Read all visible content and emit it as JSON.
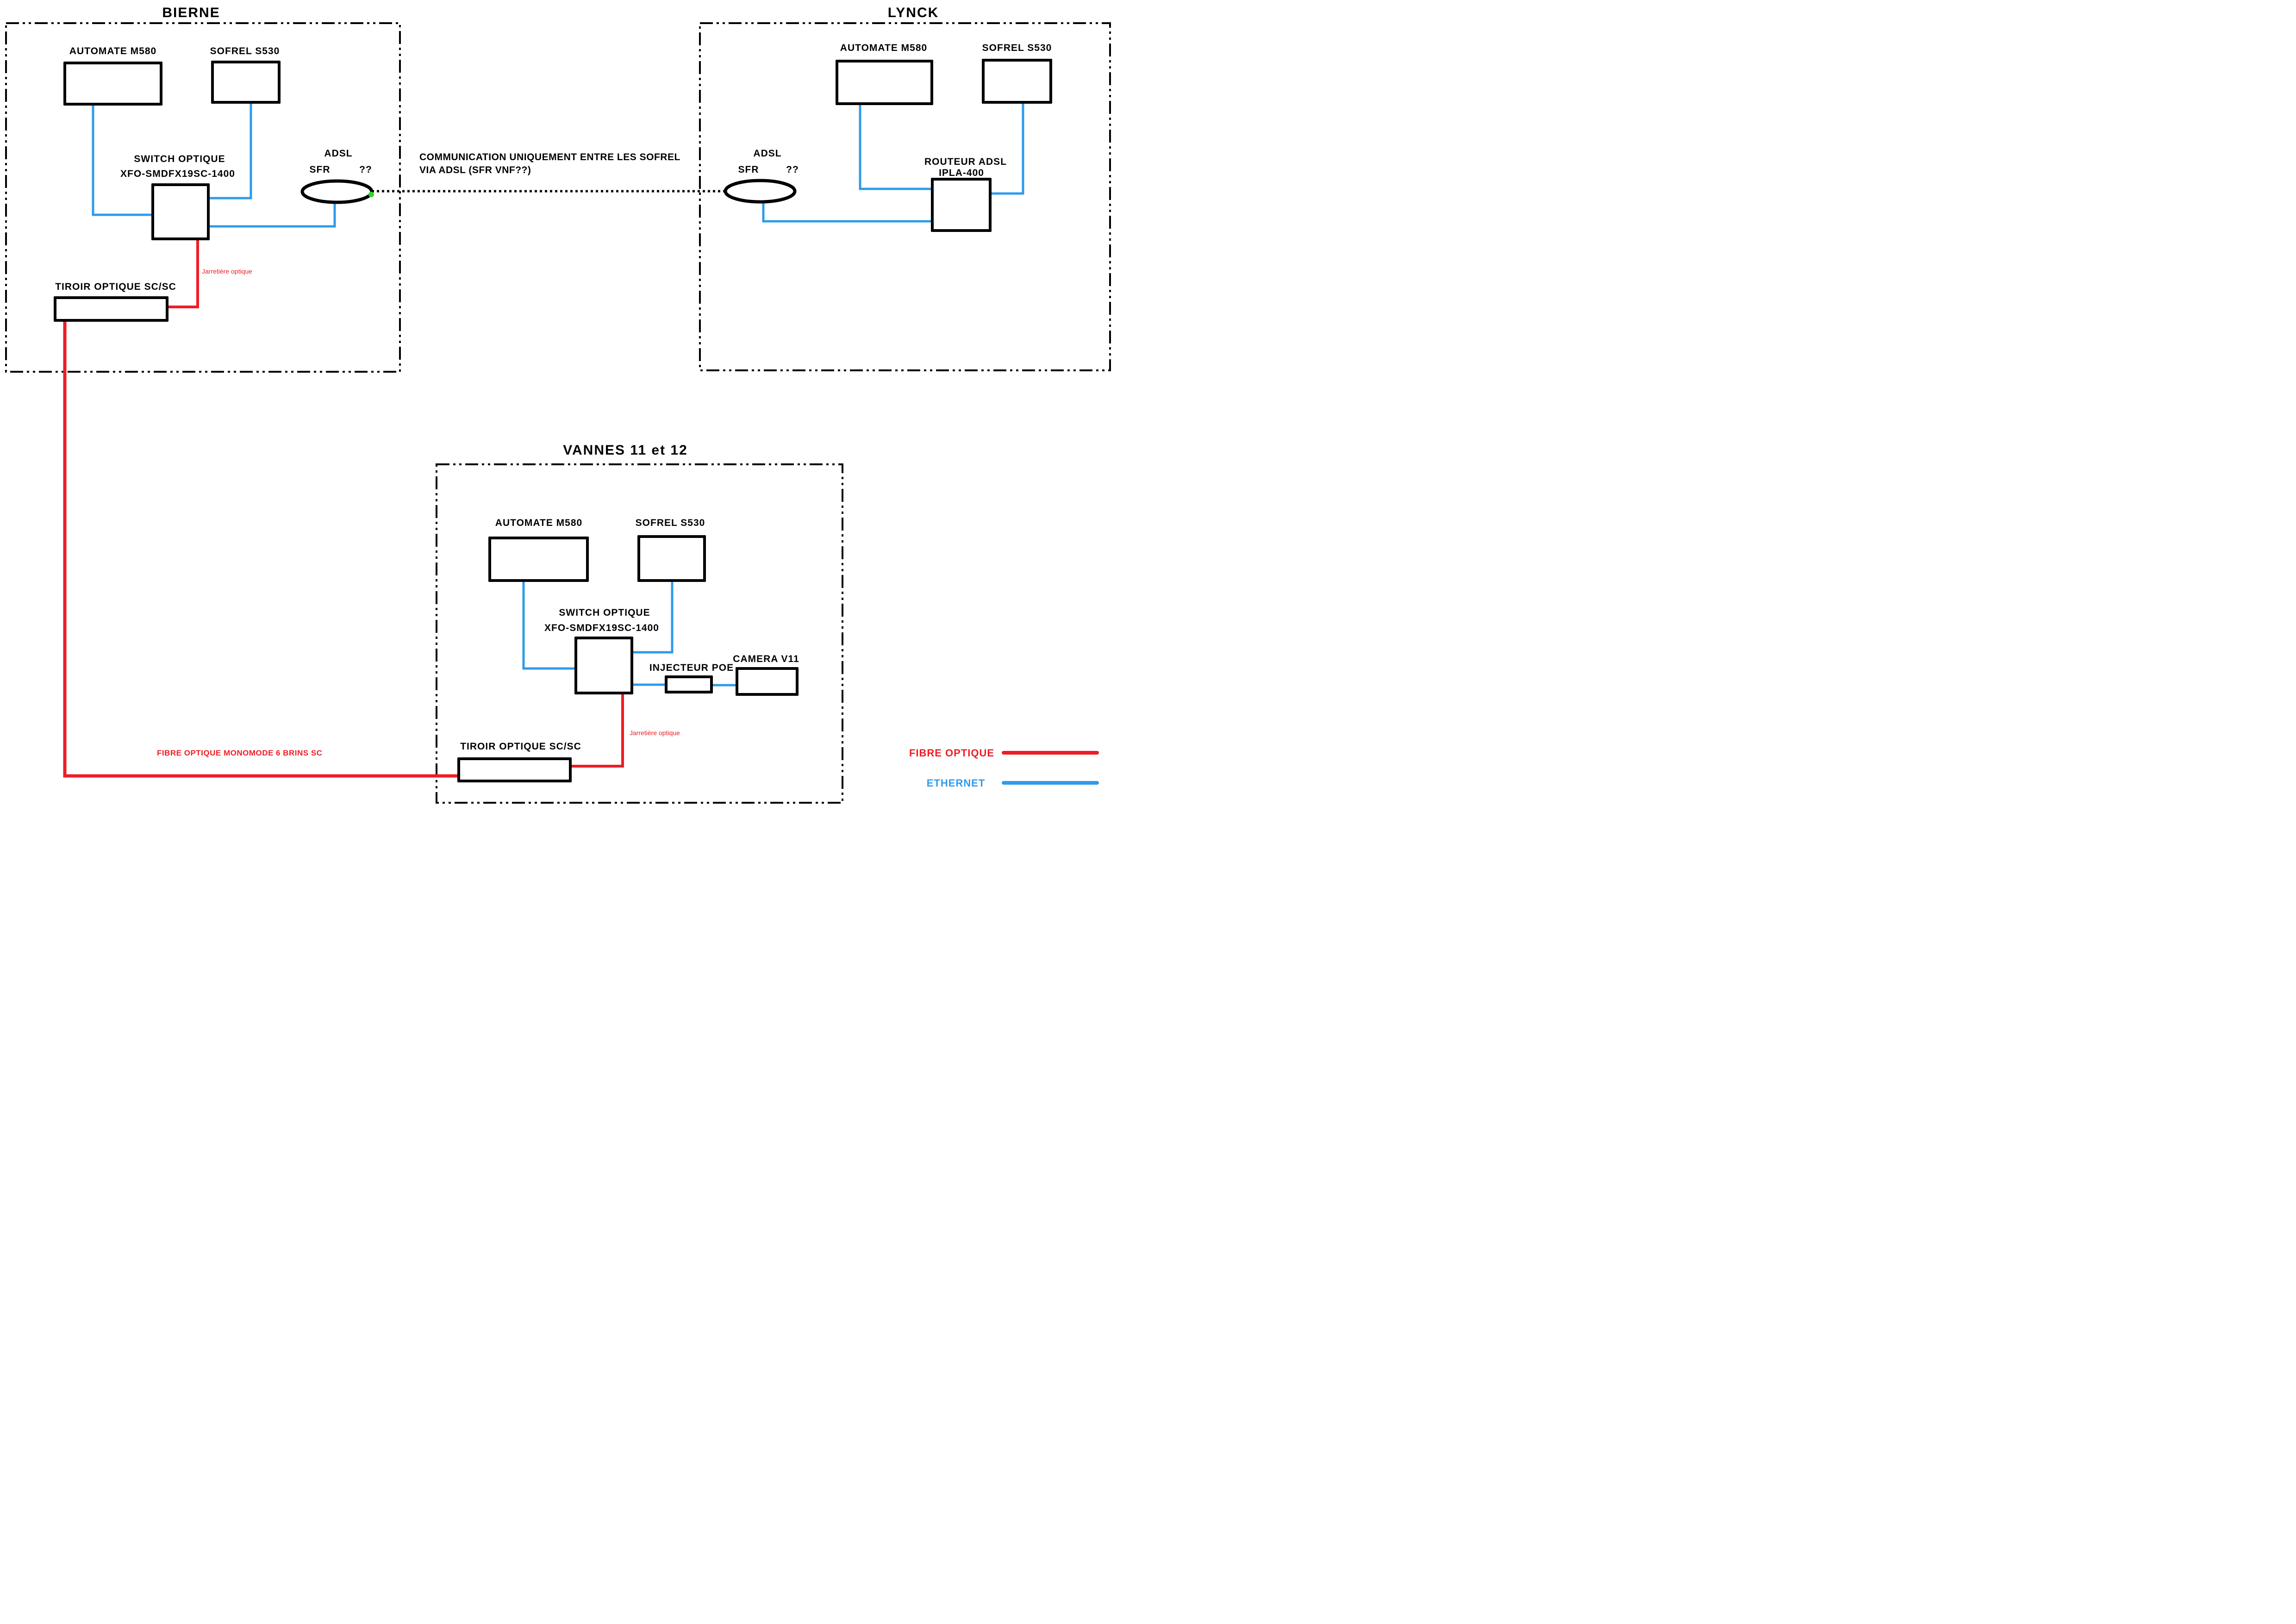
{
  "colors": {
    "fibre_red": "#ee1d25",
    "ethernet_blue": "#2e9bea",
    "connector_green": "#2fd32f",
    "diagram_black": "#000000"
  },
  "sites": {
    "bierne": {
      "title": "BIERNE",
      "automate_label": "AUTOMATE M580",
      "sofrel_label": "SOFREL S530",
      "switch_label_line1": "SWITCH OPTIQUE",
      "switch_label_line2": "XFO-SMDFX19SC-1400",
      "adsl_label": "ADSL",
      "sfr_label": "SFR",
      "unknown_label": "??",
      "tiroir_label": "TIROIR OPTIQUE SC/SC",
      "jarretiere_label": "Jarretière optique"
    },
    "lynck": {
      "title": "LYNCK",
      "automate_label": "AUTOMATE M580",
      "sofrel_label": "SOFREL S530",
      "adsl_label": "ADSL",
      "sfr_label": "SFR",
      "unknown_label": "??",
      "routeur_label_line1": "ROUTEUR ADSL",
      "routeur_label_line2": "IPLA-400"
    },
    "vannes": {
      "title": "VANNES 11 et 12",
      "automate_label": "AUTOMATE M580",
      "sofrel_label": "SOFREL S530",
      "switch_label_line1": "SWITCH OPTIQUE",
      "switch_label_line2": "XFO-SMDFX19SC-1400",
      "injecteur_label": "INJECTEUR POE",
      "camera_label": "CAMERA V11",
      "tiroir_label": "TIROIR OPTIQUE SC/SC",
      "jarretiere_label": "Jarretière optique"
    }
  },
  "annotations": {
    "communication_line1": "COMMUNICATION UNIQUEMENT ENTRE LES SOFREL",
    "communication_line2": "VIA ADSL (SFR VNF??)",
    "fibre_run_label": "FIBRE OPTIQUE MONOMODE 6 BRINS SC"
  },
  "legend": {
    "fibre_label": "FIBRE OPTIQUE",
    "ethernet_label": "ETHERNET"
  }
}
